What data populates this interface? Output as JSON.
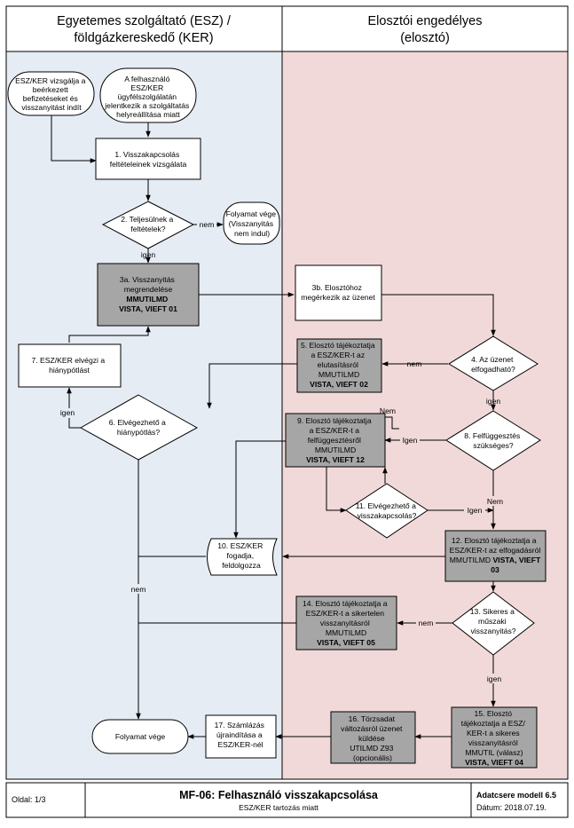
{
  "lanes": {
    "left": {
      "title": [
        "Egyetemes szolgáltató (ESZ) /",
        "földgázkereskedő (KER)"
      ],
      "color": "#e6ecf4"
    },
    "right": {
      "title": [
        "Elosztói engedélyes",
        "(elosztó)"
      ],
      "color": "#f2d9d9"
    }
  },
  "nodes": {
    "start_a": {
      "lines": [
        "ESZ/KER vizsgálja a",
        "beérkezett",
        "befizetéseket és",
        "visszanyitást indít"
      ]
    },
    "start_b": {
      "lines": [
        "A felhasználó",
        "ESZ/KER",
        "ügyfélszolgálatán",
        "jelentkezik a szolgáltatás",
        "helyreállítása miatt"
      ]
    },
    "n1": {
      "lines": [
        "1. Visszakapcsolás",
        "feltételeinek vizsgálata"
      ]
    },
    "n2": {
      "lines": [
        "2. Teljesülnek a",
        "feltételek?"
      ]
    },
    "end1": {
      "lines": [
        "Folyamat vége",
        "(Visszanyitás",
        "nem indul)"
      ]
    },
    "n3a": {
      "lines": [
        "3a. Visszanyitás",
        "megrendelése"
      ],
      "bold": [
        "MMUTILMD",
        "VISTA, VIEFT 01"
      ]
    },
    "n3b": {
      "lines": [
        "3b. Elosztóhoz",
        "megérkezik az üzenet"
      ]
    },
    "n4": {
      "lines": [
        "4. Az üzenet",
        "elfogadható?"
      ]
    },
    "n5": {
      "lines": [
        "5. Elosztó tájékoztatja",
        "a ESZ/KER-t az",
        "elutasításról",
        "MMUTILMD"
      ],
      "bold": [
        "VISTA, VIEFT 02"
      ]
    },
    "n6": {
      "lines": [
        "6. Elvégezhető a",
        "hiánypótlás?"
      ]
    },
    "n7": {
      "lines": [
        "7. ESZ/KER elvégzi a",
        "hiánypótlást"
      ]
    },
    "n8": {
      "lines": [
        "8. Felfüggesztés",
        "szükséges?"
      ]
    },
    "n9": {
      "lines": [
        "9. Elosztó tájékoztatja",
        "a ESZ/KER-t a",
        "felfüggesztésről",
        "MMUTILMD"
      ],
      "bold": [
        "VISTA, VIEFT 12"
      ]
    },
    "n10": {
      "lines": [
        "10. ESZ/KER",
        "fogadja,",
        "feldolgozza"
      ]
    },
    "n11": {
      "lines": [
        "11. Elvégezhető a",
        "visszakapcsolás?"
      ]
    },
    "n12": {
      "lines": [
        "12. Elosztó tájékoztatja a",
        "ESZ/KER-t az elfogadásról"
      ],
      "mixed": [
        "MMUTILMD ",
        "VISTA, VIEFT"
      ],
      "bold": [
        "03"
      ]
    },
    "n13": {
      "lines": [
        "13. Sikeres a",
        "műszaki",
        "visszanyitás?"
      ]
    },
    "n14": {
      "lines": [
        "14. Elosztó tájékoztatja a",
        "ESZ/KER-t a sikertelen",
        "visszanyitásról",
        "MMUTILMD"
      ],
      "bold": [
        "VISTA, VIEFT 05"
      ]
    },
    "n15": {
      "lines": [
        "15. Elosztó",
        "tájékoztatja a ESZ/",
        "KER-t a sikeres",
        "visszanyitásról",
        "MMUTIL (válasz)"
      ],
      "bold": [
        "VISTA, VIEFT 04"
      ]
    },
    "n16": {
      "lines": [
        "16. Törzsadat",
        "változásról üzenet",
        "küldése",
        "UTILMD Z93",
        "(opcionális)"
      ]
    },
    "n17": {
      "lines": [
        "17. Számlázás",
        "újraindítása a",
        "ESZ/KER-nél"
      ]
    },
    "end2": {
      "lines": [
        "Folyamat vége"
      ]
    }
  },
  "edge_labels": {
    "n2_nem": "nem",
    "n2_igen": "igen",
    "n4_nem": "nem",
    "n4_igen": "igen",
    "n8_igen": "Igen",
    "n8_nem": "Nem",
    "n11_nem": "Nem",
    "n11_igen": "Igen",
    "n6_igen": "igen",
    "n6_nem": "nem",
    "n13_nem": "nem",
    "n13_igen": "igen"
  },
  "footer": {
    "page": "Oldal: 1/3",
    "title": "MF-06: Felhasználó visszakapcsolása",
    "subtitle": "ESZ/KER tartozás miatt",
    "model": "Adatcsere modell 6.5",
    "date": "Dátum: 2018.07.19."
  },
  "colors": {
    "gray_box": "#a6a6a6",
    "line": "#000000"
  }
}
